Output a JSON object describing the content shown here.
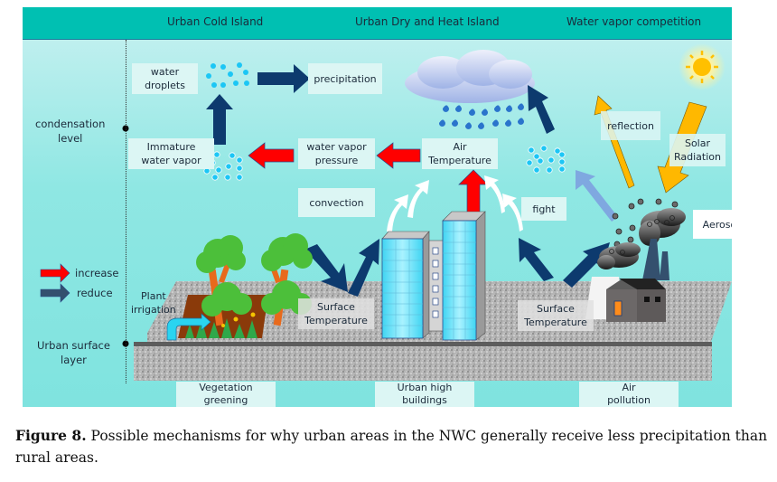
{
  "header": {
    "sections": [
      {
        "label": "Urban Cold Island"
      },
      {
        "label": "Urban Dry and Heat Island"
      },
      {
        "label": "Water vapor competition"
      }
    ]
  },
  "left_labels": {
    "condensation_level": [
      "condensation",
      "level"
    ],
    "urban_surface_layer": [
      "Urban surface",
      "layer"
    ]
  },
  "legend": {
    "items": [
      {
        "label": "increase",
        "color": "#ff0000"
      },
      {
        "label": "reduce",
        "color": "#34506e"
      }
    ]
  },
  "nodes": {
    "water_droplets": [
      "water",
      "droplets"
    ],
    "precipitation": "precipitation",
    "immature_water_vapor": [
      "Immature",
      "water vapor"
    ],
    "water_vapor_pressure": [
      "water vapor",
      "pressure"
    ],
    "air_temperature": [
      "Air",
      "Temperature"
    ],
    "convection": "convection",
    "fight": "fight",
    "reflection": "reflection",
    "solar_radiation": [
      "Solar",
      "Radiation"
    ],
    "aerosol": "Aerosol",
    "plant_irrigation": [
      "Plant",
      "irrigation"
    ],
    "surface_temperature_left": [
      "Surface",
      "Temperature"
    ],
    "surface_temperature_right": [
      "Surface",
      "Temperature"
    ]
  },
  "bottom_labels": [
    {
      "lines": [
        "Vegetation",
        "greening"
      ]
    },
    {
      "lines": [
        "Urban high",
        "buildings"
      ]
    },
    {
      "lines": [
        "Air",
        "pollution"
      ]
    }
  ],
  "colors": {
    "header": "#00c0b2",
    "increase_arrow": "#ff0000",
    "reduce_arrow": "#0d3a6e",
    "solar_arrow": "#ffb800",
    "fight_arrow": "#7fa8e0",
    "ground": "#a9a9a9"
  },
  "caption": {
    "figure_label": "Figure 8.",
    "text": "Possible mechanisms for why urban areas in the NWC generally receive less precipitation than rural areas."
  }
}
